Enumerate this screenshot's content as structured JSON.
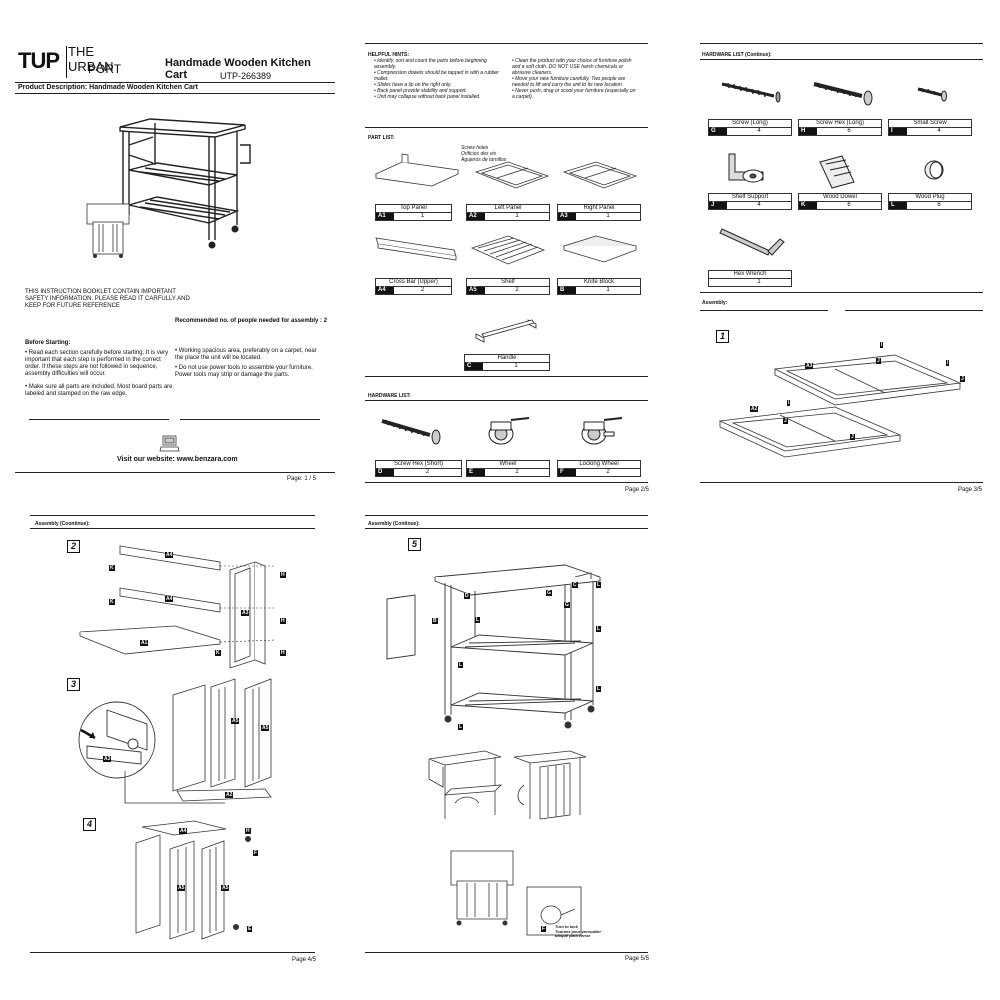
{
  "page1": {
    "logo": {
      "mark": "TUP",
      "line1": "THE URBAN",
      "line2": "PORT"
    },
    "title": "Handmade Wooden Kitchen Cart",
    "sku": "UTP-266389",
    "product_description": "Product Description: Handmade Wooden Kitchen Cart",
    "safety_notice": "THIS INSTRUCTION BOOKLET CONTAIN IMPORTANT SAFETY INFORMATION. PLEASE READ IT CARFULLY AND KEEP FOR FUTURE REFERENCE",
    "people_needed": "Recommended no. of people needed for assembly : 2",
    "before_starting_heading": "Before Starting:",
    "before_left": [
      "Read each section carefully before starting. It is very important that each step is performed in the correct order. If these steps are not followed in sequence, assembly difficulties will occur.",
      "Make sure all parts are included. Most board parts are labeled and stamped on the raw edge."
    ],
    "before_right": [
      "Working spacious area, preferably on a carpet, near the place the unit will be located.",
      "Do not use power tools to assemble your furniture. Power tools may strip or damage the parts."
    ],
    "website": "Visit our website: www.benzara.com",
    "page_number": "Page: 1 / 5"
  },
  "page2": {
    "hints_heading": "HELPFUL HINTS:",
    "hints_left": [
      "• Identify, sort and count the parts before beginning assembly.",
      "• Compression dowels should be tapped in with a rubber mallet.",
      "• Slides have a lip on the right only.",
      "• Back panel provide stability and support.",
      "• Unit may collapse without back panel installed."
    ],
    "hints_right": [
      "• Clean the product with your choice of furniture polish and a soft cloth. DO NOT USE harsh chemicals or abrasive cleaners.",
      "• Move your new furniture carefully. Two people are needed to lift and carry the unit to its new location.",
      "• Never push, drag or scoot your furniture (especially on a carpet)."
    ],
    "part_list_heading": "PART LIST:",
    "screw_holes_note": [
      "Screw holes",
      "Orificios des vis",
      "Agujeros de tornillos"
    ],
    "parts": [
      {
        "name": "Top Panel",
        "code": "A1",
        "qty": "1"
      },
      {
        "name": "Left Panel",
        "code": "A2",
        "qty": "1"
      },
      {
        "name": "Right Panel",
        "code": "A3",
        "qty": "1"
      },
      {
        "name": "Cross Bar (Upper)",
        "code": "A4",
        "qty": "2"
      },
      {
        "name": "Shelf",
        "code": "A5",
        "qty": "2"
      },
      {
        "name": "Knife Block",
        "code": "B",
        "qty": "1"
      },
      {
        "name": "Handle",
        "code": "C",
        "qty": "1"
      }
    ],
    "hardware_heading": "HARDWARE LIST:",
    "hardware": [
      {
        "name": "Screw Hex (Short)",
        "code": "D",
        "qty": "2"
      },
      {
        "name": "Wheel",
        "code": "E",
        "qty": "2"
      },
      {
        "name": "Locking Wheel",
        "code": "F",
        "qty": "2"
      }
    ],
    "page_number": "Page 2/5"
  },
  "page3": {
    "hardware_heading": "HARDWARE LIST (Continue):",
    "hardware": [
      {
        "name": "Screw (Long)",
        "code": "G",
        "qty": "4"
      },
      {
        "name": "Screw Hex (Long)",
        "code": "H",
        "qty": "6"
      },
      {
        "name": "Small Screw",
        "code": "I",
        "qty": "4"
      },
      {
        "name": "Shelf Support",
        "code": "J",
        "qty": "4"
      },
      {
        "name": "Wood Dowel",
        "code": "K",
        "qty": "6"
      },
      {
        "name": "Wood Plug",
        "code": "L",
        "qty": "6"
      },
      {
        "name": "Hex Wrench",
        "code": "",
        "qty": "1"
      }
    ],
    "assembly_heading": "Assembly:",
    "step": "1",
    "callouts": [
      "A3",
      "A2",
      "I",
      "J",
      "I",
      "J",
      "I",
      "J",
      "J"
    ],
    "page_number": "Page 3/5"
  },
  "page4": {
    "assembly_heading": "Assembly (Coontinue):",
    "steps": [
      "2",
      "3",
      "4"
    ],
    "callouts": [
      "A4",
      "A4",
      "A1",
      "K",
      "K",
      "K",
      "H",
      "H",
      "H",
      "A3",
      "A5",
      "A5",
      "A3",
      "A2",
      "A4",
      "H",
      "F",
      "A5",
      "A5",
      "E"
    ],
    "page_number": "Page 4/5"
  },
  "page5": {
    "assembly_heading": "Assembly (Continue):",
    "step": "5",
    "callouts": [
      "D",
      "B",
      "L",
      "L",
      "L",
      "L",
      "L",
      "L",
      "G",
      "G",
      "C",
      "F"
    ],
    "turn_to_lock": [
      "Turn to lock",
      "Tournez pour verrouiller",
      "bloqué para cerrar"
    ],
    "page_number": "Page 5/5"
  }
}
